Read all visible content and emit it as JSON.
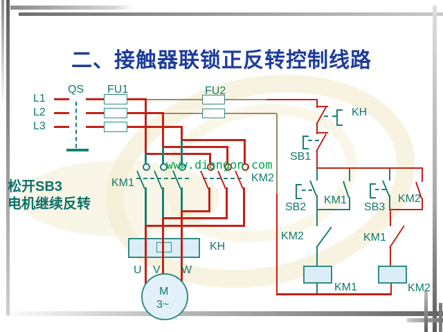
{
  "title": "二、接触器联锁正反转控制线路",
  "annotation": {
    "line1": "松开SB3",
    "line2": "电机继续反转"
  },
  "watermark": "www.diangon.com",
  "labels": {
    "l1": "L1",
    "l2": "L2",
    "l3": "L3",
    "qs": "QS",
    "fu1": "FU1",
    "fu2": "FU2",
    "kh_contact": "KH",
    "kh_box": "KH",
    "sb1": "SB1",
    "sb2": "SB2",
    "sb3": "SB3",
    "km1_main": "KM1",
    "km2_main": "KM2",
    "km1_hold": "KM1",
    "km2_hold": "KM2",
    "km2_nc": "KM2",
    "km1_nc": "KM1",
    "km1_coil": "KM1",
    "km2_coil": "KM2",
    "u": "U",
    "v": "V",
    "w": "W",
    "motor_m": "M",
    "motor_phase": "3~"
  },
  "colors": {
    "wire_red": "#c32017",
    "component_teal": "#1b7f75",
    "title_blue": "#1d3c9c",
    "watermark_green": "#00a24e",
    "fill_lightblue": "#dbeef7"
  }
}
